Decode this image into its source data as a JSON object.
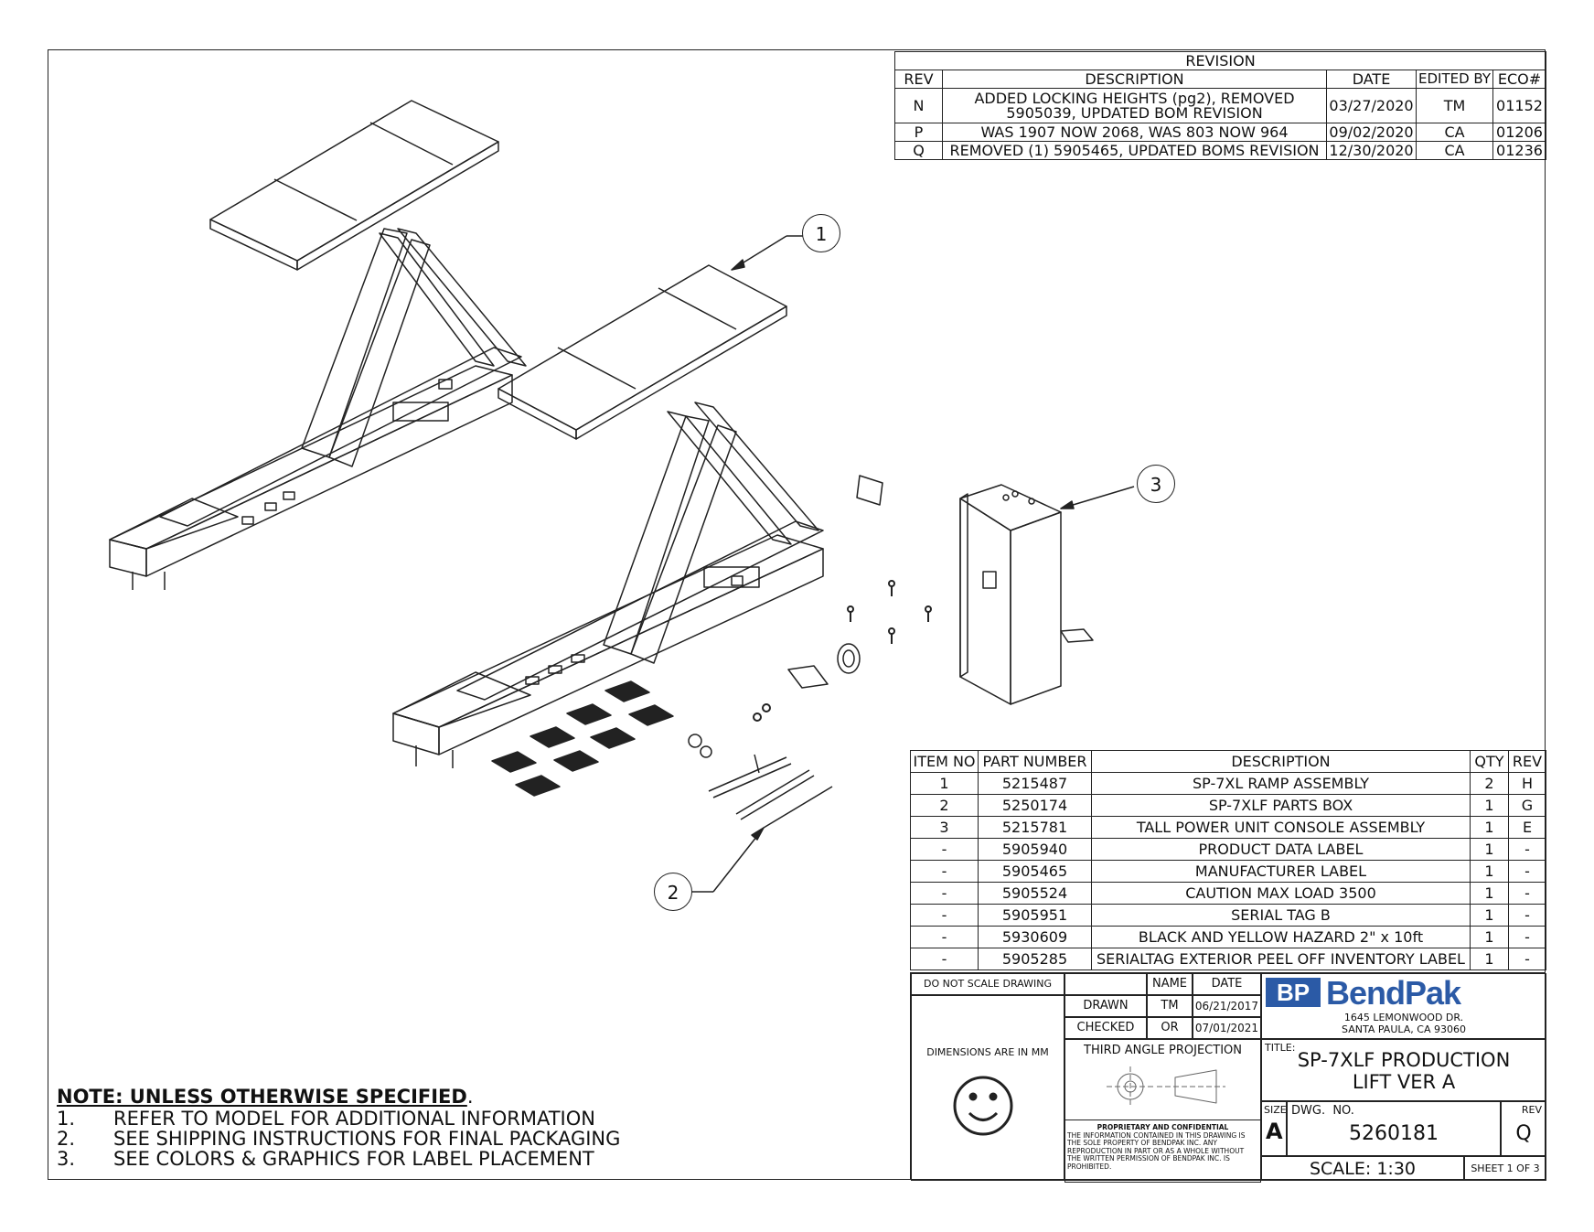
{
  "revision": {
    "title": "REVISION",
    "headers": [
      "REV",
      "DESCRIPTION",
      "DATE",
      "EDITED BY",
      "ECO#"
    ],
    "rows": [
      {
        "rev": "N",
        "description": "ADDED LOCKING HEIGHTS (pg2), REMOVED 5905039, UPDATED BOM REVISION",
        "date": "03/27/2020",
        "edited_by": "TM",
        "eco": "01152"
      },
      {
        "rev": "P",
        "description": "WAS 1907 NOW 2068, WAS 803 NOW 964",
        "date": "09/02/2020",
        "edited_by": "CA",
        "eco": "01206"
      },
      {
        "rev": "Q",
        "description": "REMOVED (1) 5905465, UPDATED BOMS REVISION",
        "date": "12/30/2020",
        "edited_by": "CA",
        "eco": "01236"
      }
    ]
  },
  "bom": {
    "headers": [
      "ITEM NO",
      "PART NUMBER",
      "DESCRIPTION",
      "QTY",
      "REV"
    ],
    "rows": [
      {
        "item": "1",
        "part": "5215487",
        "description": "SP-7XL RAMP ASSEMBLY",
        "qty": "2",
        "rev": "H"
      },
      {
        "item": "2",
        "part": "5250174",
        "description": "SP-7XLF PARTS BOX",
        "qty": "1",
        "rev": "G"
      },
      {
        "item": "3",
        "part": "5215781",
        "description": "TALL POWER UNIT CONSOLE ASSEMBLY",
        "qty": "1",
        "rev": "E"
      },
      {
        "item": "-",
        "part": "5905940",
        "description": "PRODUCT DATA LABEL",
        "qty": "1",
        "rev": "-"
      },
      {
        "item": "-",
        "part": "5905465",
        "description": "MANUFACTURER LABEL",
        "qty": "1",
        "rev": "-"
      },
      {
        "item": "-",
        "part": "5905524",
        "description": "CAUTION MAX LOAD 3500",
        "qty": "1",
        "rev": "-"
      },
      {
        "item": "-",
        "part": "5905951",
        "description": "SERIAL TAG B",
        "qty": "1",
        "rev": "-"
      },
      {
        "item": "-",
        "part": "5930609",
        "description": "BLACK AND YELLOW HAZARD 2\" x 10ft",
        "qty": "1",
        "rev": "-"
      },
      {
        "item": "-",
        "part": "5905285",
        "description": "SERIALTAG EXTERIOR PEEL OFF INVENTORY LABEL",
        "qty": "1",
        "rev": "-"
      }
    ]
  },
  "title_block": {
    "do_not_scale": "DO NOT SCALE DRAWING",
    "name_header": "NAME",
    "date_header": "DATE",
    "drawn_label": "DRAWN",
    "drawn_name": "TM",
    "drawn_date": "06/21/2017",
    "checked_label": "CHECKED",
    "checked_name": "OR",
    "checked_date": "07/01/2021",
    "dimensions": "DIMENSIONS ARE IN MM",
    "projection": "THIRD ANGLE PROJECTION",
    "proprietary_title": "PROPRIETARY AND CONFIDENTIAL",
    "proprietary_text": "THE INFORMATION CONTAINED IN THIS DRAWING IS THE SOLE PROPERTY OF BENDPAK INC. ANY REPRODUCTION IN PART OR AS A WHOLE WITHOUT THE WRITTEN PERMISSION OF BENDPAK INC. IS PROHIBITED.",
    "logo_mark": "BP",
    "logo_word": "BendPak",
    "address_line1": "1645 LEMONWOOD DR.",
    "address_line2": "SANTA PAULA, CA 93060",
    "title_label": "TITLE:",
    "title_line1": "SP-7XLF PRODUCTION",
    "title_line2": "LIFT VER A",
    "size_label": "SIZE",
    "size": "A",
    "dwg_label": "DWG.  NO.",
    "dwg_no": "5260181",
    "rev_label": "REV",
    "rev": "Q",
    "scale": "SCALE: 1:30",
    "sheet": "SHEET 1 OF 3"
  },
  "notes": {
    "title": "NOTE: UNLESS OTHERWISE SPECIFIED",
    "items": [
      {
        "num": "1.",
        "text": "REFER TO MODEL FOR ADDITIONAL INFORMATION"
      },
      {
        "num": "2.",
        "text": "SEE SHIPPING INSTRUCTIONS FOR FINAL PACKAGING"
      },
      {
        "num": "3.",
        "text": "SEE COLORS & GRAPHICS FOR LABEL PLACEMENT"
      }
    ]
  },
  "balloons": [
    "1",
    "2",
    "3"
  ]
}
